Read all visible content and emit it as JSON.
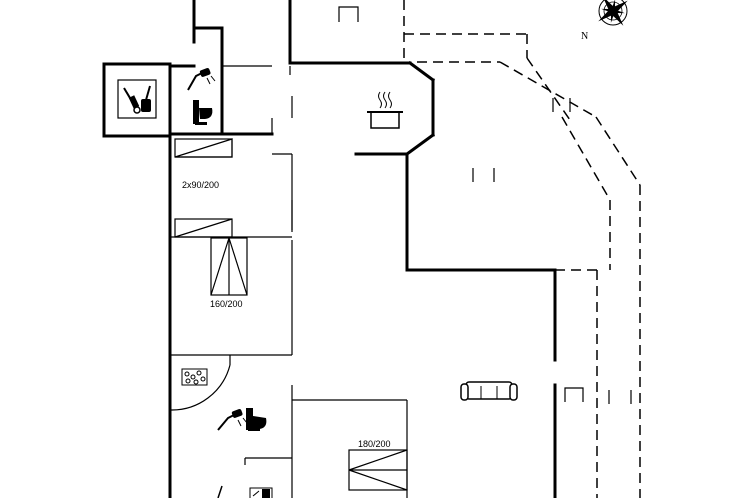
{
  "compass": {
    "north_label": "N"
  },
  "beds": [
    {
      "label": "2x90/200"
    },
    {
      "label": "160/200"
    },
    {
      "label": "180/200"
    }
  ],
  "icons": {
    "utility": "cleaning-tools-icon",
    "bath_top": "shower-toilet-icon",
    "kitchen": "cooking-pot-icon",
    "sofa": "sofa-icon",
    "whirlpool": "whirlpool-icon",
    "bath_bottom": "shower-toilet-icon",
    "sauna": "sauna-icon"
  }
}
